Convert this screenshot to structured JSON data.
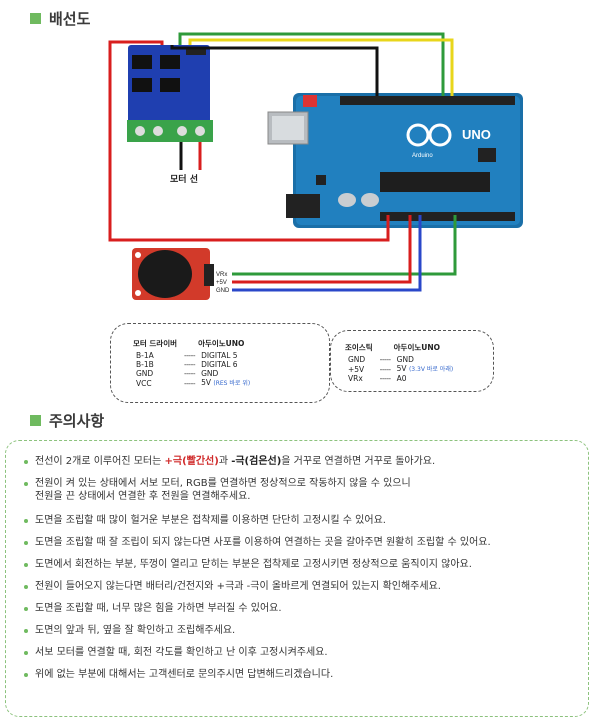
{
  "wiring": {
    "title": "배선도",
    "motor_label": "모터 선",
    "uno_label": "UNO",
    "arduino_label": "Arduino",
    "joystick_pins": [
      "VRx",
      "+5V",
      "GND"
    ]
  },
  "motor_table": {
    "col1": "모터 드라이버",
    "col2": "아두이노UNO",
    "rows": [
      {
        "a": "B-1A",
        "b": "DIGITAL 5",
        "note": ""
      },
      {
        "a": "B-1B",
        "b": "DIGITAL 6",
        "note": ""
      },
      {
        "a": "GND",
        "b": "GND",
        "note": ""
      },
      {
        "a": "VCC",
        "b": "5V",
        "note": "(RES 바로 위)"
      }
    ],
    "dash": "-----"
  },
  "joystick_table": {
    "col1": "조이스틱",
    "col2": "아두이노UNO",
    "rows": [
      {
        "a": "GND",
        "b": "GND",
        "note": ""
      },
      {
        "a": "+5V",
        "b": "5V",
        "note": "(3.3V 바로 아래)"
      },
      {
        "a": "VRx",
        "b": "A0",
        "note": ""
      }
    ],
    "dash": "-----"
  },
  "cautions": {
    "title": "주의사항",
    "item1": {
      "p1": "전선이 2개로 이루어진 모터는 ",
      "plus": "+극(빨간선)",
      "p2": "과 ",
      "minus": "-극(검은선)",
      "p3": "을 거꾸로 연결하면 거꾸로 돌아가요."
    },
    "item2_line1": "전원이 켜 있는 상태에서 서보 모터, RGB를 연결하면 정상적으로 작동하지 않을 수 있으니",
    "item2_line2": "전원을 끈 상태에서 연결한 후 전원을 연결해주세요.",
    "items": [
      "도면을 조립할 때 많이 헐거운 부분은 접착제를 이용하면 단단히 고정시킬 수 있어요.",
      "도면을 조립할 때 잘 조립이 되지 않는다면 사포를 이용하여 연결하는 곳을 갈아주면 원활히 조립할 수 있어요.",
      "도면에서 회전하는 부분, 뚜껑이 열리고 닫히는 부분은 접착제로 고정시키면 정상적으로 움직이지 않아요.",
      "전원이 들어오지 않는다면 배터리/건전지와 +극과 -극이 올바르게 연결되어 있는지 확인해주세요.",
      "도면을 조립할 때, 너무 많은 힘을 가하면 부러질 수 있어요.",
      "도면의 앞과 뒤, 옆을 잘 확인하고 조립해주세요.",
      "서보 모터를 연결할 때, 회전 각도를 확인하고 난 이후 고정시켜주세요.",
      "위에 없는 부분에 대해서는 고객센터로 문의주시면 답변해드리겠습니다."
    ]
  }
}
